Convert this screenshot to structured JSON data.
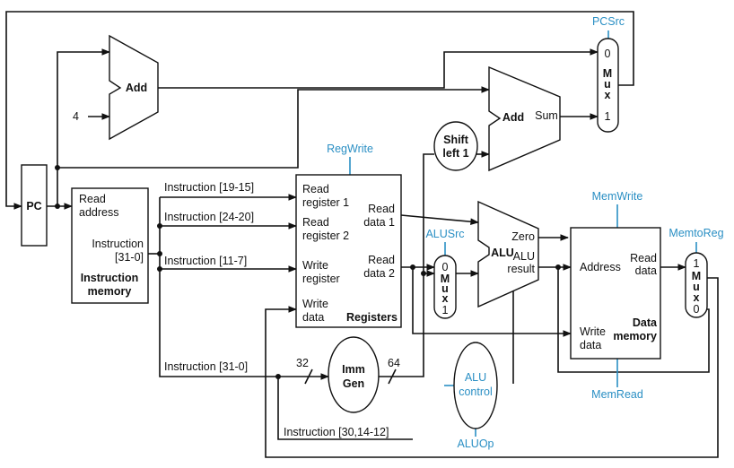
{
  "components": {
    "pc": "PC",
    "add_pc": "Add",
    "const_four": "4",
    "add_branch": "Add",
    "add_branch_out": "Sum",
    "shift_line1": "Shift",
    "shift_line2": "left 1",
    "imm_line1": "Imm",
    "imm_line2": "Gen",
    "aluctl_line1": "ALU",
    "aluctl_line2": "control",
    "alu_name": "ALU",
    "alu_zero": "Zero",
    "alu_result1": "ALU",
    "alu_result2": "result",
    "mux_text": "Mux",
    "mux_0": "0",
    "mux_1": "1"
  },
  "instruction_memory": {
    "read_line1": "Read",
    "read_line2": "address",
    "instr_line1": "Instruction",
    "instr_line2": "[31-0]",
    "title_line1": "Instruction",
    "title_line2": "memory"
  },
  "registers": {
    "read_reg1_a": "Read",
    "read_reg1_b": "register 1",
    "read_reg2_a": "Read",
    "read_reg2_b": "register 2",
    "write_reg_a": "Write",
    "write_reg_b": "register",
    "write_data_a": "Write",
    "write_data_b": "data",
    "read_data1_a": "Read",
    "read_data1_b": "data 1",
    "read_data2_a": "Read",
    "read_data2_b": "data 2",
    "title": "Registers"
  },
  "data_memory": {
    "address": "Address",
    "read_a": "Read",
    "read_b": "data",
    "write_a": "Write",
    "write_b": "data",
    "title_a": "Data",
    "title_b": "memory"
  },
  "wire_labels": {
    "instr_19_15": "Instruction [19-15]",
    "instr_24_20": "Instruction [24-20]",
    "instr_11_7": "Instruction [11-7]",
    "instr_31_0": "Instruction [31-0]",
    "instr_30_14": "Instruction [30,14-12]",
    "width_32": "32",
    "width_64": "64"
  },
  "control_signals": {
    "pcsrc": "PCSrc",
    "regwrite": "RegWrite",
    "alusrc": "ALUSrc",
    "memwrite": "MemWrite",
    "memtoreg": "MemtoReg",
    "memread": "MemRead",
    "aluop": "ALUOp"
  },
  "colors": {
    "control": "#2a8fc4",
    "wire": "#111111"
  }
}
